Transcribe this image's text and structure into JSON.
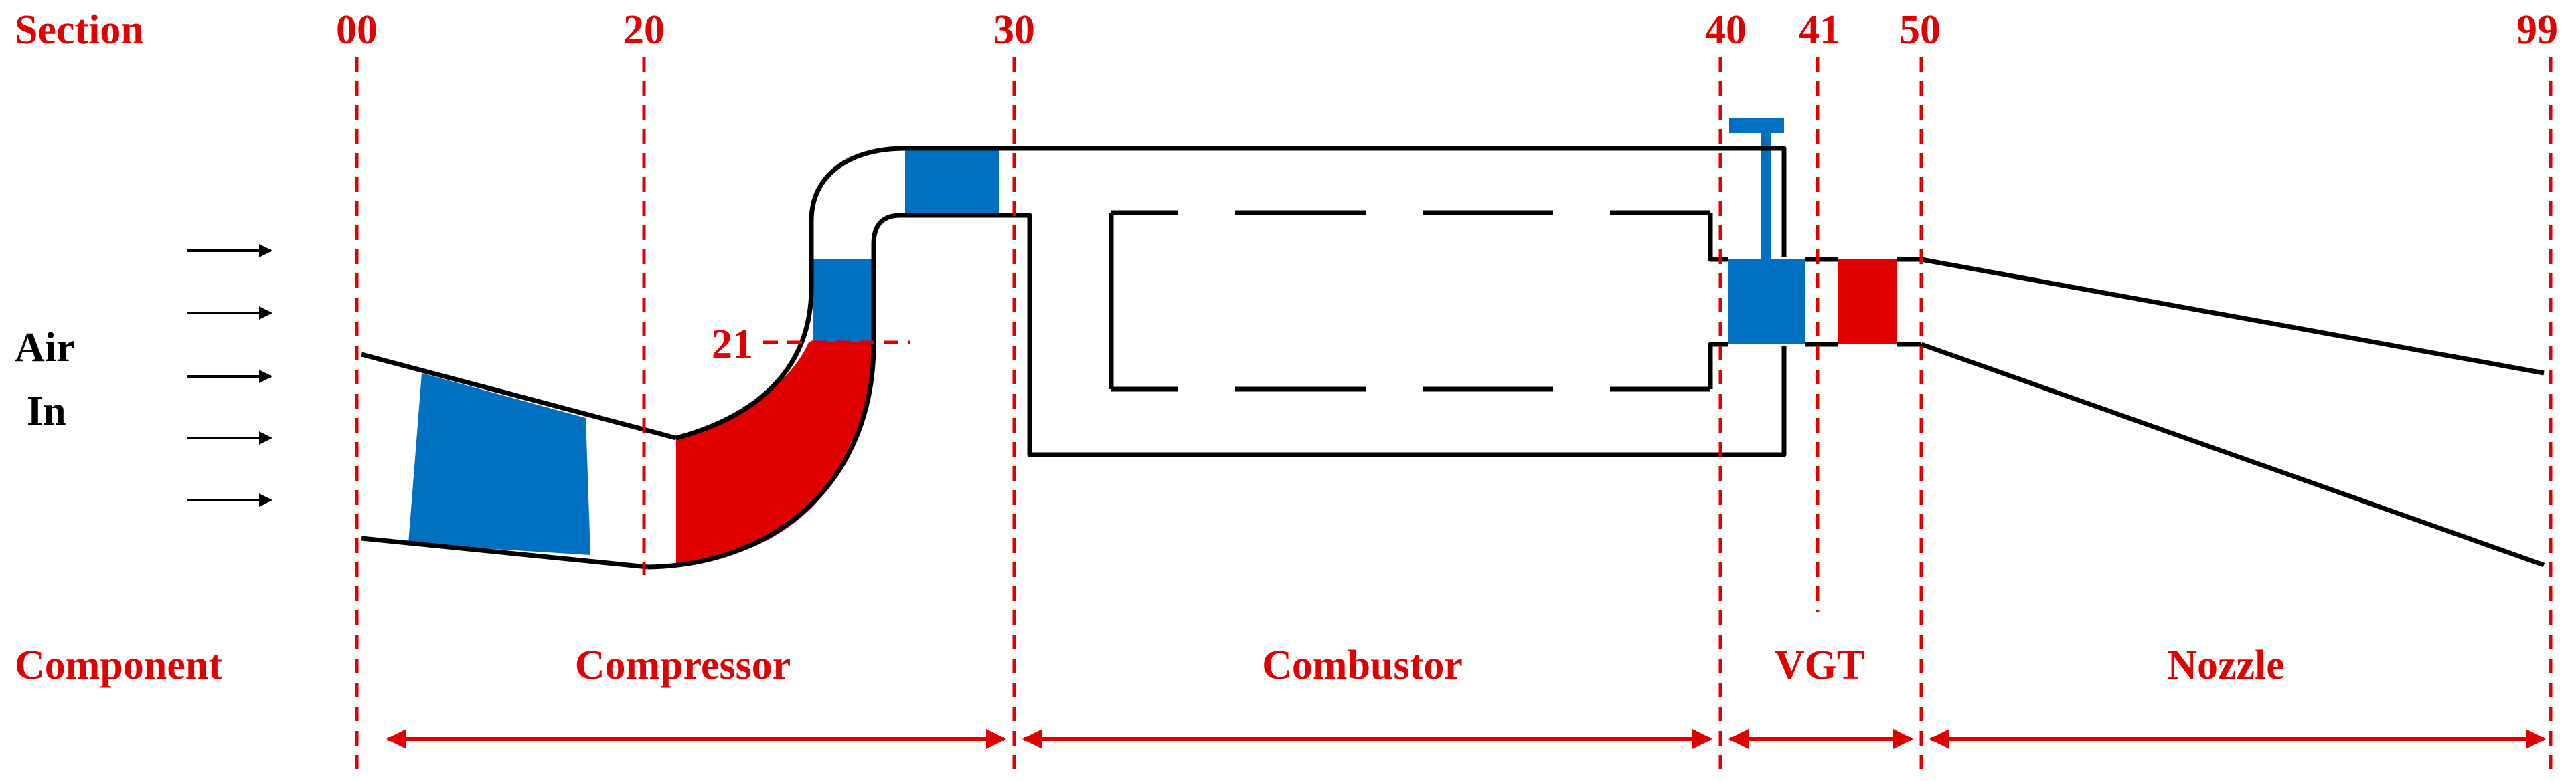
{
  "row_labels": {
    "section": "Section",
    "component": "Component"
  },
  "sections": [
    "00",
    "20",
    "30",
    "40",
    "41",
    "50",
    "99"
  ],
  "station_21": "21",
  "inlet": {
    "line1": "Air",
    "line2": "In"
  },
  "components": [
    "Compressor",
    "Combustor",
    "VGT",
    "Nozzle"
  ],
  "colors": {
    "accent_red": "#e00000",
    "rotor_blue": "#0070c0",
    "impeller_red": "#e00000",
    "outline": "#000000"
  }
}
